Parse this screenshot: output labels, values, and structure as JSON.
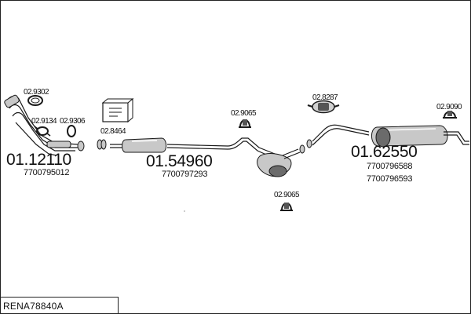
{
  "diagram": {
    "part_number": "RENA78840A",
    "labels": {
      "clamp_front": "02.9302",
      "gasket_a": "02.9134",
      "gasket_b": "02.9306",
      "clamp_kit": "02.8464",
      "hanger_mid": "02.9065",
      "hanger_low": "02.9065",
      "mount_rear": "02.8287",
      "hanger_tail": "02.9090"
    },
    "groups": [
      {
        "code": "01.12110",
        "refs": [
          "7700795012"
        ]
      },
      {
        "code": "01.54960",
        "refs": [
          "7700797293"
        ]
      },
      {
        "code": "01.62550",
        "refs": [
          "7700796588",
          "7700796593"
        ]
      }
    ]
  }
}
